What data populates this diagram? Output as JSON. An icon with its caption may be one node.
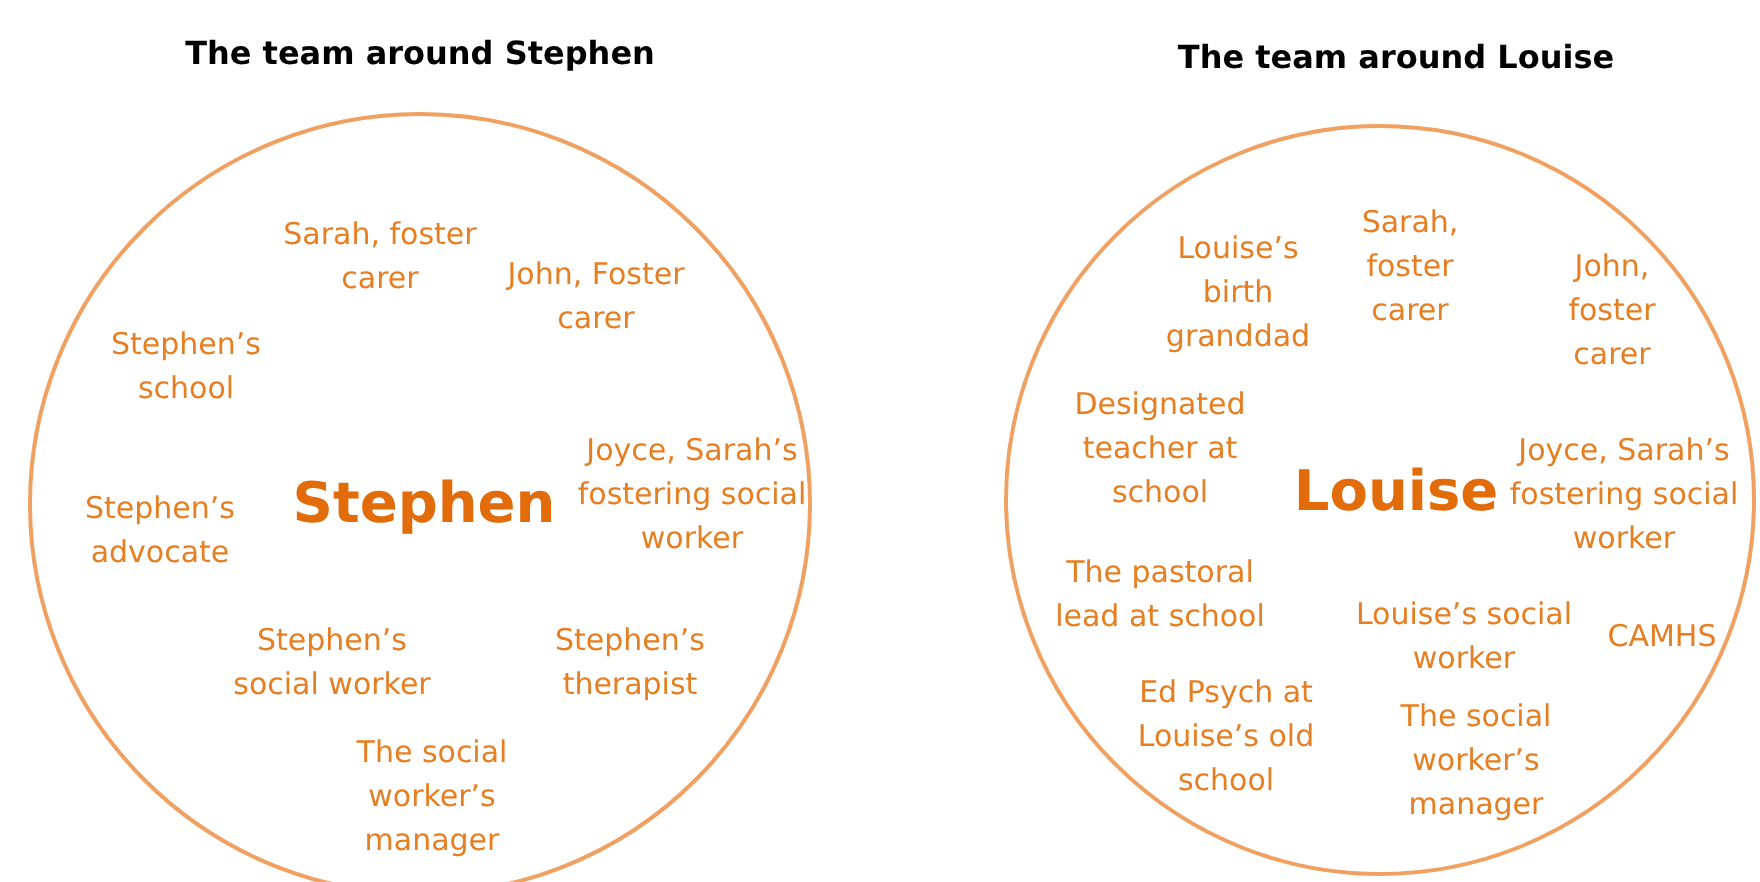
{
  "diagram": {
    "nodes": [
      {
        "text": [
          "The team around Stephen",
          "Sarah, foster carer",
          "John, Foster carer",
          "Stephen’s school",
          "Stephen’s advocate",
          "Stephen",
          "Joyce, Sarah’s fostering social worker",
          "Stephen’s social worker",
          "Stephen’s therapist",
          "The social worker’s manager"
        ]
      },
      {
        "text": [
          "The team around Louise",
          "Louise’s birth granddad",
          "Sarah, foster carer",
          "John, foster carer",
          "Designated teacher at school",
          "Louise",
          "Joyce, Sarah’s fostering social worker",
          "The pastoral lead at school",
          "Louise’s social worker",
          "CAMHS",
          "Ed Psych at Louise’s old school",
          "The social worker’s manager"
        ]
      }
    ],
    "edges": []
  }
}
